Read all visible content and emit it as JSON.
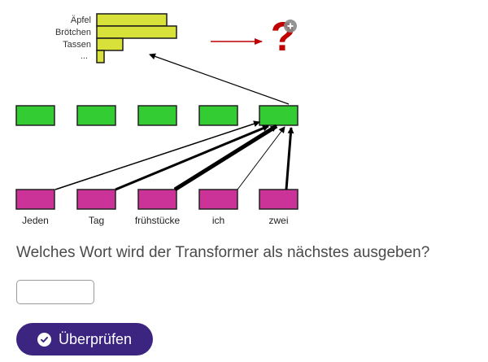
{
  "chart_data": {
    "type": "bar",
    "orientation": "horizontal",
    "categories": [
      "Äpfel",
      "Brötchen",
      "Tassen",
      "..."
    ],
    "values": [
      86,
      98,
      32,
      9
    ],
    "title": "",
    "xlabel": "",
    "ylabel": "",
    "bar_color": "#d8e03a",
    "grid": false
  },
  "diagram": {
    "input_tokens": [
      "Jeden",
      "Tag",
      "frühstücke",
      "ich",
      "zwei"
    ],
    "hidden_color": "#33cc33",
    "input_color": "#cc3399",
    "attention_weights": [
      1.5,
      3,
      5,
      1,
      3
    ],
    "output_symbol": "?",
    "output_color": "#c00000"
  },
  "question": {
    "text": "Welches Wort wird der Transformer als nächstes ausgeben?",
    "input_value": "",
    "input_placeholder": ""
  },
  "button": {
    "label": "Überprüfen",
    "icon": "check-circle-icon",
    "color": "#3b2580"
  }
}
